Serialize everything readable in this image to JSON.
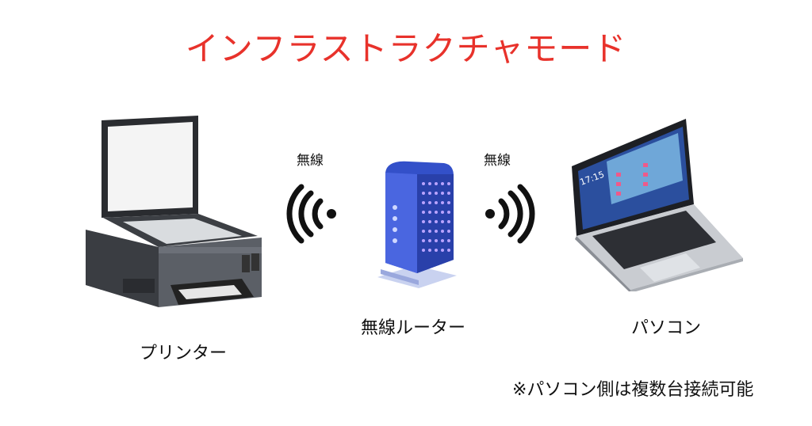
{
  "title": "インフラストラクチャモード",
  "colors": {
    "title": "#e8322b",
    "router_body": "#3350c9",
    "router_base": "#c9d2f0",
    "printer_body": "#5b5f66",
    "laptop_screen": "#2b4f9e"
  },
  "devices": {
    "printer": {
      "label": "プリンター",
      "icon": "printer-icon"
    },
    "router": {
      "label": "無線ルーター",
      "icon": "router-icon"
    },
    "pc": {
      "label": "パソコン",
      "icon": "laptop-icon",
      "screen_time": "17:15"
    }
  },
  "links": {
    "left": {
      "label": "無線",
      "icon": "wifi-waves-icon"
    },
    "right": {
      "label": "無線",
      "icon": "wifi-waves-icon"
    }
  },
  "note": "※パソコン側は複数台接続可能"
}
